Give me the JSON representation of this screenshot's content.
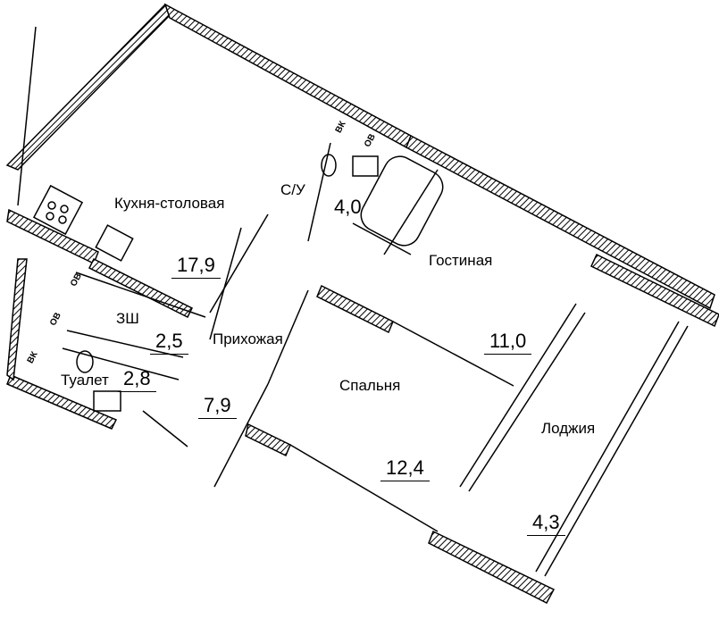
{
  "rooms": [
    {
      "name": "Кухня-столовая",
      "area": "17,9"
    },
    {
      "name": "С/У",
      "area": "4,0"
    },
    {
      "name": "Гостиная",
      "area": "11,0"
    },
    {
      "name": "ЗШ",
      "area": "2,5"
    },
    {
      "name": "Прихожая",
      "area": "7,9"
    },
    {
      "name": "Туалет",
      "area": "2,8"
    },
    {
      "name": "Спальня",
      "area": "12,4"
    },
    {
      "name": "Лоджия",
      "area": "4,3"
    }
  ],
  "shaft_tags": [
    "ВК",
    "ОВ",
    "ОВ",
    "ОВ",
    "ВК"
  ],
  "colors": {
    "wall": "#000000",
    "background": "#ffffff"
  }
}
